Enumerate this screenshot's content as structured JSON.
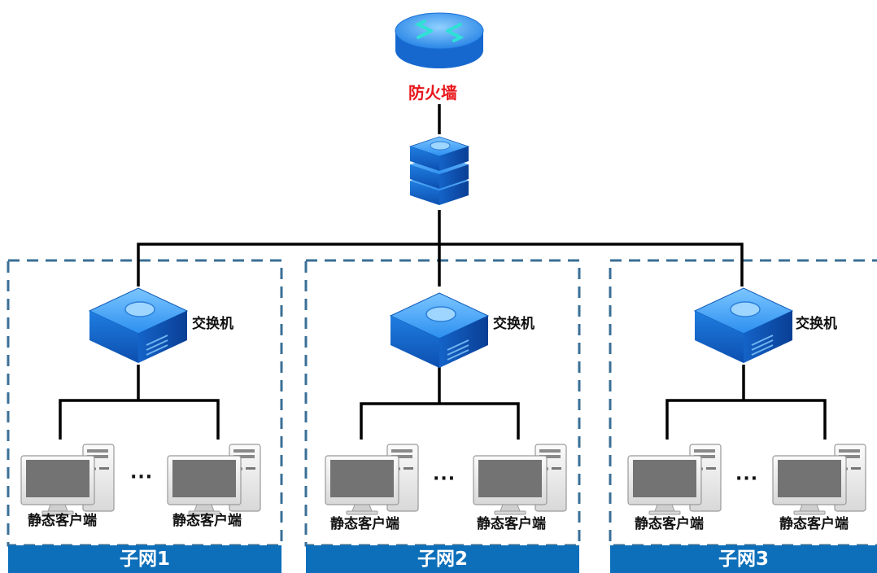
{
  "firewall": {
    "label": "防火墙"
  },
  "subnets": [
    {
      "switch_label": "交换机",
      "clients": [
        "静态客户端",
        "静态客户端"
      ],
      "ellipsis": "···",
      "name": "子网1"
    },
    {
      "switch_label": "交换机",
      "clients": [
        "静态客户端",
        "静态客户端"
      ],
      "ellipsis": "···",
      "name": "子网2"
    },
    {
      "switch_label": "交换机",
      "clients": [
        "静态客户端",
        "静态客户端"
      ],
      "ellipsis": "···",
      "name": "子网3"
    }
  ],
  "colors": {
    "firewall_label": "#e8161b",
    "device_blue": "#1f7ee0",
    "subnet_bar": "#0d6fba",
    "dashed_border": "#3a6f96",
    "lines": "#000000"
  },
  "icons": [
    "router-icon",
    "core-switch-icon",
    "switch-icon",
    "desktop-computer-icon"
  ]
}
